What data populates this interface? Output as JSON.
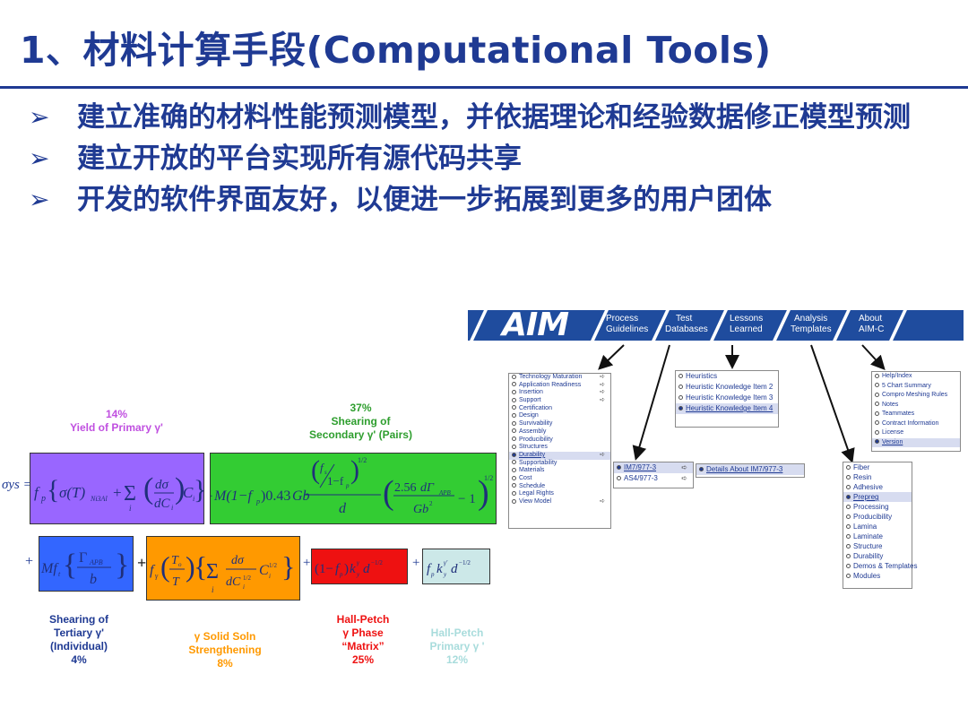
{
  "title": "1、材料计算手段(Computational Tools)",
  "bullets": [
    {
      "marker": "➢",
      "text": "建立准确的材料性能预测模型，并依据理论和经验数据修正模型预测"
    },
    {
      "marker": "➢",
      "text": "建立开放的平台实现所有源代码共享"
    },
    {
      "marker": "➢",
      "text": "开发的软件界面友好，以便进一步拓展到更多的用户团体"
    }
  ],
  "aim": {
    "logo": "AIM",
    "tabs": [
      {
        "line1": "Process",
        "line2": "Guidelines"
      },
      {
        "line1": "Test",
        "line2": "Databases"
      },
      {
        "line1": "Lessons",
        "line2": "Learned"
      },
      {
        "line1": "Analysis",
        "line2": "Templates"
      },
      {
        "line1": "About",
        "line2": "AIM-C"
      }
    ],
    "process_list": [
      "Technology Maturation",
      "Application Readiness",
      "Insertion",
      "Support",
      "Certification",
      "Design",
      "Survivability",
      "Assembly",
      "Producibility",
      "Structures",
      "Durability",
      "Supportability",
      "Materials",
      "Cost",
      "Schedule",
      "Legal Rights",
      "View Model"
    ],
    "process_selected": "Durability",
    "test_list": [
      "IM7/977-3",
      "AS4/977-3"
    ],
    "test_detail": "Details About IM7/977-3",
    "lessons_list": [
      "Heuristics",
      "Heuristic Knowledge Item 2",
      "Heuristic Knowledge Item 3",
      "Heuristic Knowledge Item 4"
    ],
    "analysis_list": [
      "Fiber",
      "Resin",
      "Adhesive",
      "Prepreg",
      "Processing",
      "Producibility",
      "Lamina",
      "Laminate",
      "Structure",
      "Durability",
      "Demos & Templates",
      "Modules"
    ],
    "analysis_selected": "Prepreg",
    "about_list": [
      "Help/Index",
      "5 Chart Summary",
      "Compro Meshing Rules",
      "Notes",
      "Teammates",
      "Contract Information",
      "License",
      "Version"
    ],
    "about_selected": "Version"
  },
  "equation": {
    "labels": {
      "yield_primary": {
        "pct": "14%",
        "text": "Yield of Primary γ'"
      },
      "shearing_secondary": {
        "pct": "37%",
        "text1": "Shearing of",
        "text2": "Secondary γ' (Pairs)"
      },
      "shearing_tertiary": {
        "l1": "Shearing of",
        "l2": "Tertiary γ'",
        "l3": "(Individual)",
        "pct": "4%"
      },
      "solid_soln": {
        "l1": "γ Solid Soln",
        "l2": "Strengthening",
        "pct": "8%"
      },
      "hall_petch_matrix": {
        "l1": "Hall-Petch",
        "l2": "γ Phase",
        "l3": "“Matrix”",
        "pct": "25%"
      },
      "hall_petch_primary": {
        "l1": "Hall-Petch",
        "l2": "Primary γ '",
        "pct": "12%"
      }
    },
    "terms": {
      "lhs": "σys =",
      "t1": "fp{σ(T)Ni3Al + Σ(dσ/dCi)Ci}",
      "t2": "+M(1−fp)0.43Gb (fs/(1−fp))^1/2 / d · (2.56dΓAPB/Gb² − 1)^1/2",
      "t3": "+Mft{ΓAPB / b}",
      "t4": "fγ(To/T){Σ dσ/dCi^1/2 · Ci^1/2}",
      "t5": "(1−fp)kyγ d^−1/2",
      "t6": "fp kyγ' d^−1/2"
    },
    "colors": {
      "purple": "#9966ff",
      "green": "#33cc33",
      "blue": "#3366ff",
      "orange": "#ff9900",
      "red": "#ee1111",
      "teal": "#cce8e8"
    }
  }
}
